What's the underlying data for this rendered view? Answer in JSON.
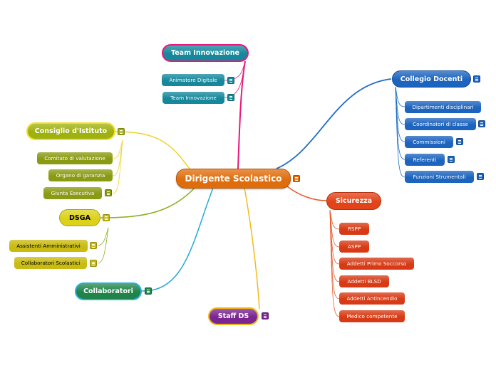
{
  "center": {
    "label": "Dirigente Scolastico"
  },
  "colors": {
    "center": "#e06d0c",
    "team_innovazione": "#15889c",
    "team_innovazione_border": "#e8197e",
    "collegio": "#1c64be",
    "consiglio": "#9fb10e",
    "consiglio_border": "#f2de26",
    "consiglio_sub": "#8a9a12",
    "dsga": "#dcd21b",
    "dsga_sub": "#c9bb12",
    "collaboratori": "#20844a",
    "collaboratori_border": "#27b0dc",
    "staff": "#7a2592",
    "staff_border": "#f2b617",
    "sicurezza": "#e24318",
    "sicurezza_sub": "#d73a14",
    "line_team": "#e8197e",
    "line_collegio": "#1e6cc7",
    "line_consiglio": "#f0d32b",
    "line_dsga": "#8bac1c",
    "line_collaboratori": "#25a8d9",
    "line_staff": "#f2bb1b",
    "line_sicurezza": "#ea5a2a"
  },
  "branches": {
    "team_innovazione": {
      "label": "Team Innovazione",
      "children": [
        "Animatore Digitale",
        "Team Innovazione"
      ]
    },
    "collegio": {
      "label": "Collegio Docenti",
      "children": [
        "Dipartimenti disciplinari",
        "Coordinatori di classe",
        "Commissioni",
        "Referenti",
        "Funzioni Strumentali"
      ]
    },
    "consiglio": {
      "label": "Consiglio d'Istituto",
      "children": [
        "Comitato di valutazione",
        "Organo di garanzia",
        "Giunta Esecutiva"
      ]
    },
    "dsga": {
      "label": "DSGA",
      "children": [
        "Assistenti Amministrativi",
        "Collaboratori Scolastici"
      ]
    },
    "collaboratori": {
      "label": "Collaboratori"
    },
    "staff": {
      "label": "Staff DS"
    },
    "sicurezza": {
      "label": "Sicurezza",
      "children": [
        "RSPP",
        "ASPP",
        "Addetti Primo Soccorso",
        "Addetti BLSD",
        "Addetti Antincendio",
        "Medico competente"
      ]
    }
  }
}
